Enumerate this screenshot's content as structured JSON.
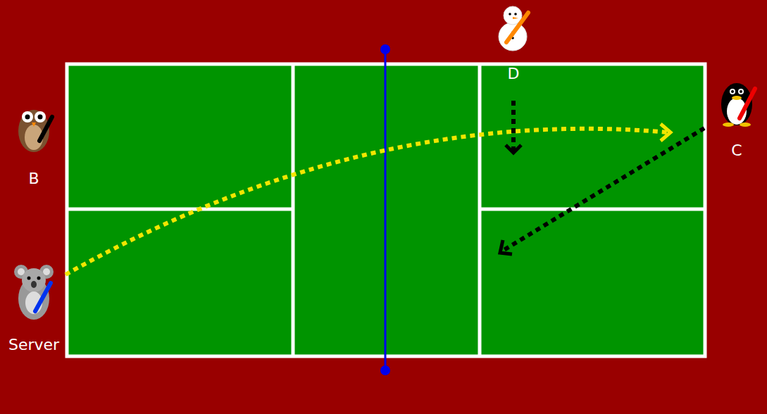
{
  "diagram": {
    "labels": [
      "D",
      "C",
      "B",
      "Server"
    ]
  }
}
